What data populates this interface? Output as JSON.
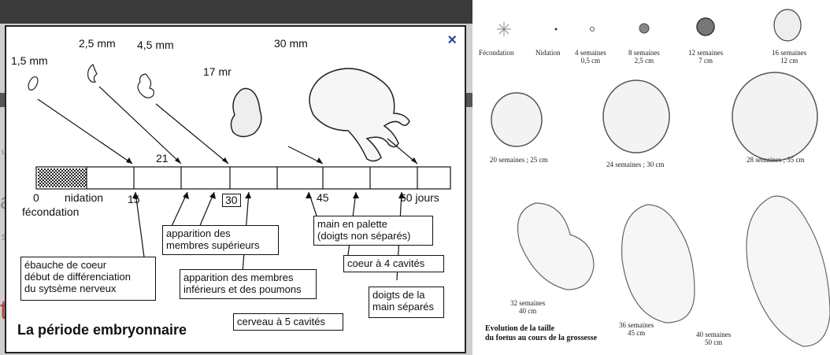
{
  "background": {
    "letter_u": "u",
    "letter_a": "a",
    "letter_s": "s",
    "letter_t": "t"
  },
  "modal": {
    "close_label": "×",
    "sizes": [
      "1,5 mm",
      "2,5 mm",
      "4,5 mm",
      "17 mr",
      "30 mm"
    ],
    "axis": {
      "zero": "0",
      "nidation": "nidation",
      "fecondation": "fécondation",
      "t15": "15",
      "t21": "21",
      "t30": "30",
      "t45": "45",
      "t60": "60 jours"
    },
    "boxes": {
      "coeur": "ébauche de coeur\ndébut de différenciation\ndu sytsème nerveux",
      "membres_sup": "apparition des\nmembres supérieurs",
      "membres_inf": "apparition des membres\ninférieurs et des poumons",
      "cerveau": "cerveau à 5 cavités",
      "main_palette": "main en palette\n(doigts non séparés)",
      "coeur4": "coeur à 4 cavités",
      "doigts": "doigts de la\nmain séparés"
    },
    "title": "La période embryonnaire"
  },
  "fetus_panel": {
    "top_row": [
      {
        "label": "Fécondation",
        "size": ""
      },
      {
        "label": "Nidation",
        "size": ""
      },
      {
        "label": "4 semaines",
        "size": "0,5 cm"
      },
      {
        "label": "8 semaines",
        "size": "2,5 cm"
      },
      {
        "label": "12 semaines",
        "size": "7 cm"
      },
      {
        "label": "16 semaines",
        "size": "12 cm"
      }
    ],
    "mid_row": [
      "20 semaines ; 25 cm",
      "24 semaines ; 30 cm",
      "28 semaines ; 35 cm"
    ],
    "bottom_row": [
      {
        "label": "32 semaines",
        "size": "40 cm"
      },
      {
        "label": "36 semaines",
        "size": "45 cm"
      },
      {
        "label": "40 semaines",
        "size": "50 cm"
      }
    ],
    "caption_line1": "Evolution de la taille",
    "caption_line2": "du foetus au cours de la grossesse"
  }
}
